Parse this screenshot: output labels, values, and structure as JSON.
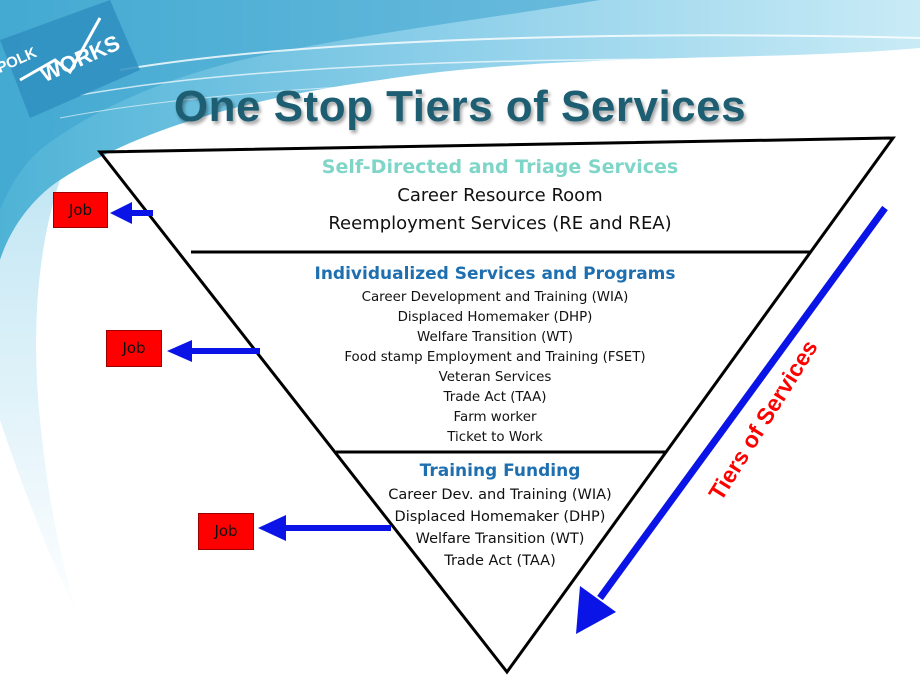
{
  "title": "One Stop Tiers of Services",
  "logo": {
    "word1": "POLK",
    "word2": "WORKS"
  },
  "tiers": [
    {
      "heading": "Self-Directed and Triage Services",
      "items": [
        "Career Resource Room",
        "Reemployment Services  (RE and REA)"
      ]
    },
    {
      "heading": "Individualized Services and Programs",
      "items": [
        "Career Development and Training (WIA)",
        "Displaced Homemaker (DHP)",
        "Welfare Transition (WT)",
        "Food stamp Employment and Training (FSET)",
        "Veteran Services",
        "Trade Act (TAA)",
        "Farm worker",
        "Ticket to Work"
      ]
    },
    {
      "heading": "Training Funding",
      "items": [
        "Career Dev. and Training (WIA)",
        "Displaced Homemaker (DHP)",
        "Welfare Transition (WT)",
        "Trade Act (TAA)"
      ]
    }
  ],
  "job_labels": [
    "Job",
    "Job",
    "Job"
  ],
  "side_arrow_label": "Tiers of Services",
  "colors": {
    "title": "#1d5e73",
    "tier1_heading": "#7fd6c8",
    "tier_heading": "#1e6fb0",
    "arrow": "#0a14e6",
    "job_box": "#ff0000",
    "side_label": "#ff0000"
  }
}
